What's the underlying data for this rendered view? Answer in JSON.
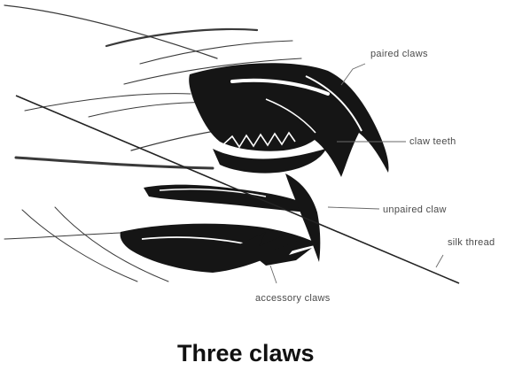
{
  "labels": {
    "paired_claws": "paired claws",
    "claw_teeth": "claw teeth",
    "unpaired_claw": "unpaired claw",
    "silk_thread": "silk thread",
    "accessory_claws": "accessory claws"
  },
  "caption": "Three claws",
  "colors": {
    "ink": "#151515",
    "background": "#ffffff",
    "label": "#4a4a4a"
  }
}
